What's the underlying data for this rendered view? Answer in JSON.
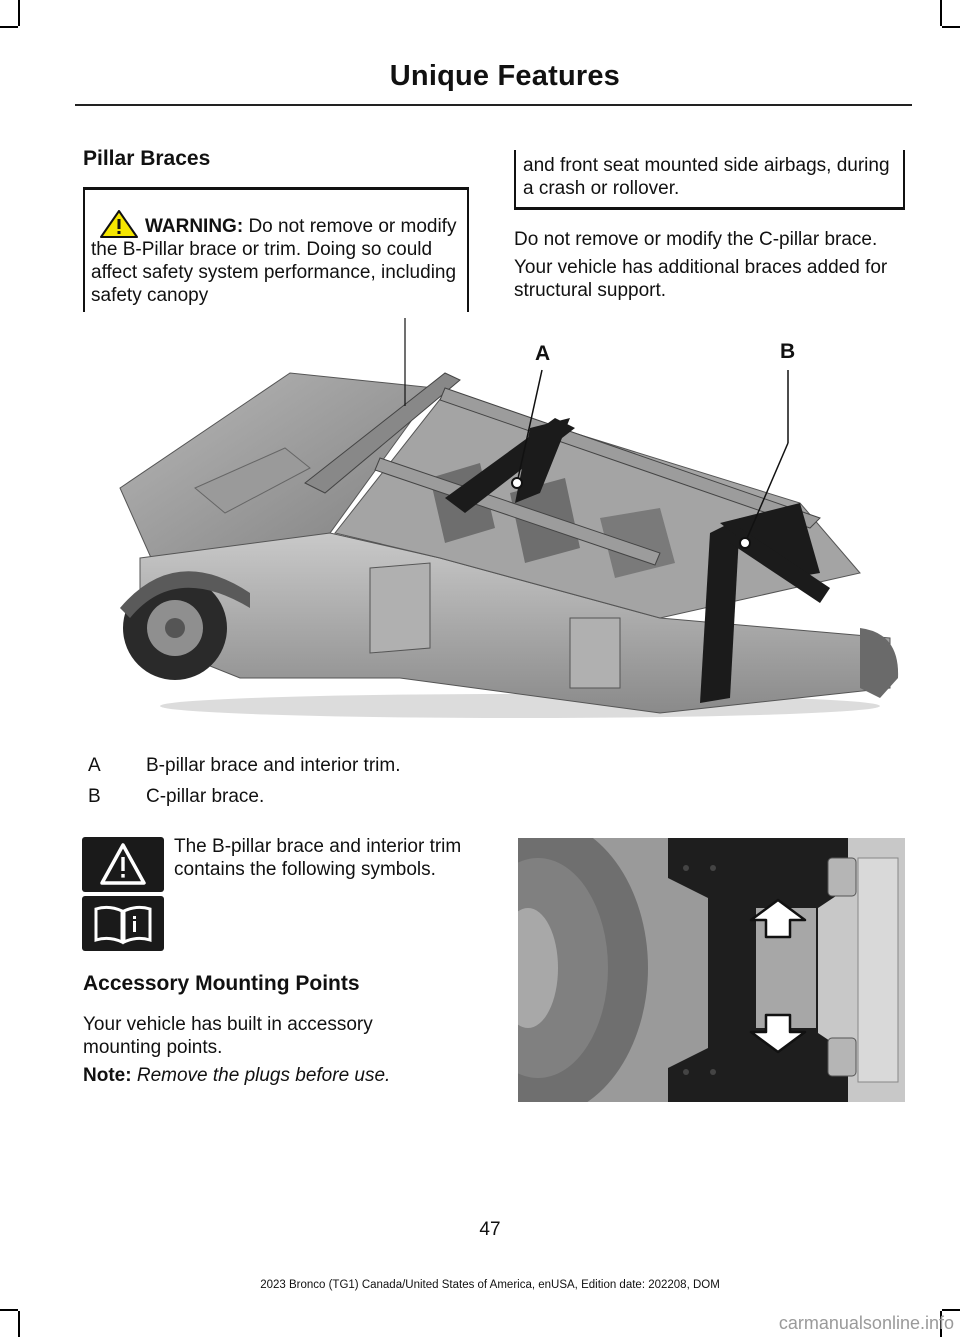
{
  "header": {
    "title": "Unique Features"
  },
  "pillar": {
    "heading": "Pillar Braces",
    "warning_label": "WARNING:",
    "warning_text": "Do not remove or modify the B-Pillar brace or trim. Doing so could affect safety system performance, including safety canopy",
    "warning_continued": "and front seat mounted side airbags, during a crash or rollover.",
    "para1": "Do not remove or modify the C-pillar brace.",
    "para2": "Your vehicle has additional braces added for structural support."
  },
  "figure1": {
    "callout_a": "A",
    "callout_b": "B"
  },
  "legend": [
    {
      "letter": "A",
      "text": "B-pillar brace and interior trim."
    },
    {
      "letter": "B",
      "text": "C-pillar brace."
    }
  ],
  "symbols_text": "The B-pillar brace and interior trim contains the following symbols.",
  "accessory": {
    "heading": "Accessory Mounting Points",
    "text": "Your vehicle has built in accessory mounting points.",
    "note_label": "Note:",
    "note_text": "Remove the plugs before use."
  },
  "page_number": "47",
  "footer": "2023 Bronco (TG1) Canada/United States of America, enUSA, Edition date: 202208, DOM",
  "watermark": "carmanualsonline.info"
}
